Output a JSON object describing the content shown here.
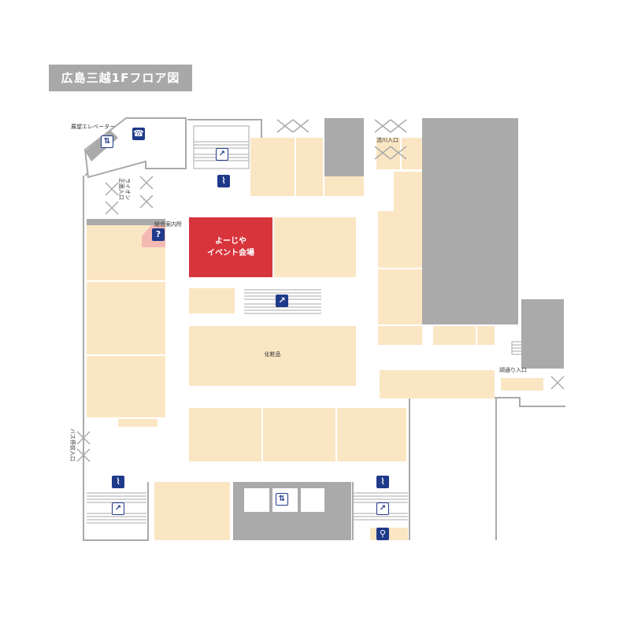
{
  "title": "広島三越1Fフロア図",
  "labels": {
    "observation_elevator": "展望エレベーター",
    "lion_entrance_1": "ライオン",
    "lion_entrance_2": "正面入口",
    "information_center": "総合案内所",
    "event_1": "よーじや",
    "event_2": "イベント会場",
    "cosmetics": "化粧品",
    "nagarekawa_entrance": "流川入口",
    "asamichi_entrance": "胡通り入口",
    "bus_entrance": "バス停前入口"
  },
  "icons": {
    "phone": "☎",
    "elevator": "⇅",
    "escalator": "↗",
    "stairs": "⌇",
    "info": "?",
    "restroom": "⚲"
  },
  "colors": {
    "shop": "#fbe6c4",
    "wall": "#aaaaaa",
    "highlight": "#d8343c",
    "info_box": "#f4b9b3",
    "icon": "#1f3a8a"
  }
}
